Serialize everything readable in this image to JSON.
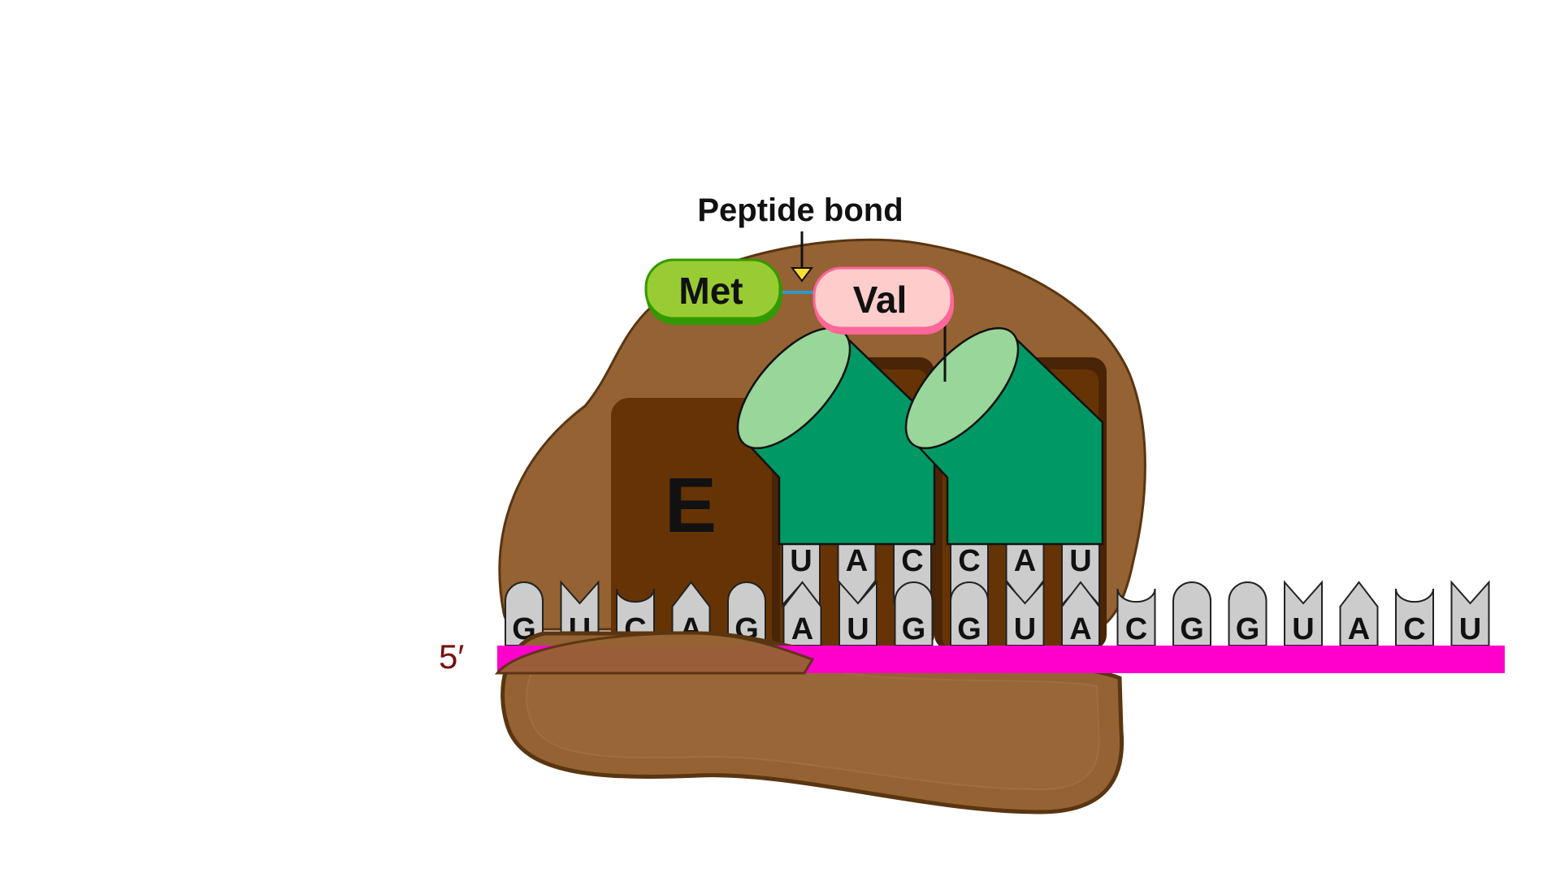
{
  "labels": {
    "peptide_bond": "Peptide bond",
    "five_prime": "5′",
    "e_site": "E"
  },
  "amino_acids": {
    "first": "Met",
    "second": "Val"
  },
  "mrna_bases": [
    "G",
    "U",
    "C",
    "A",
    "G",
    "A",
    "U",
    "G",
    "G",
    "U",
    "A",
    "C",
    "G",
    "G",
    "U",
    "A",
    "C",
    "U"
  ],
  "anticodons": [
    {
      "bases": [
        "U",
        "A",
        "C"
      ]
    },
    {
      "bases": [
        "C",
        "A",
        "U"
      ]
    }
  ],
  "colors": {
    "ribosome": "#956233",
    "ribosome_outline": "#5a3511",
    "ribosome_dark": "#663404",
    "trna_body": "#009966",
    "trna_top": "#99d699",
    "mrna": "#ff00cc",
    "base_fill": "#cccccc",
    "met": "#99cc33",
    "val": "#ffcccc",
    "five_prime_text": "#7a1010"
  }
}
